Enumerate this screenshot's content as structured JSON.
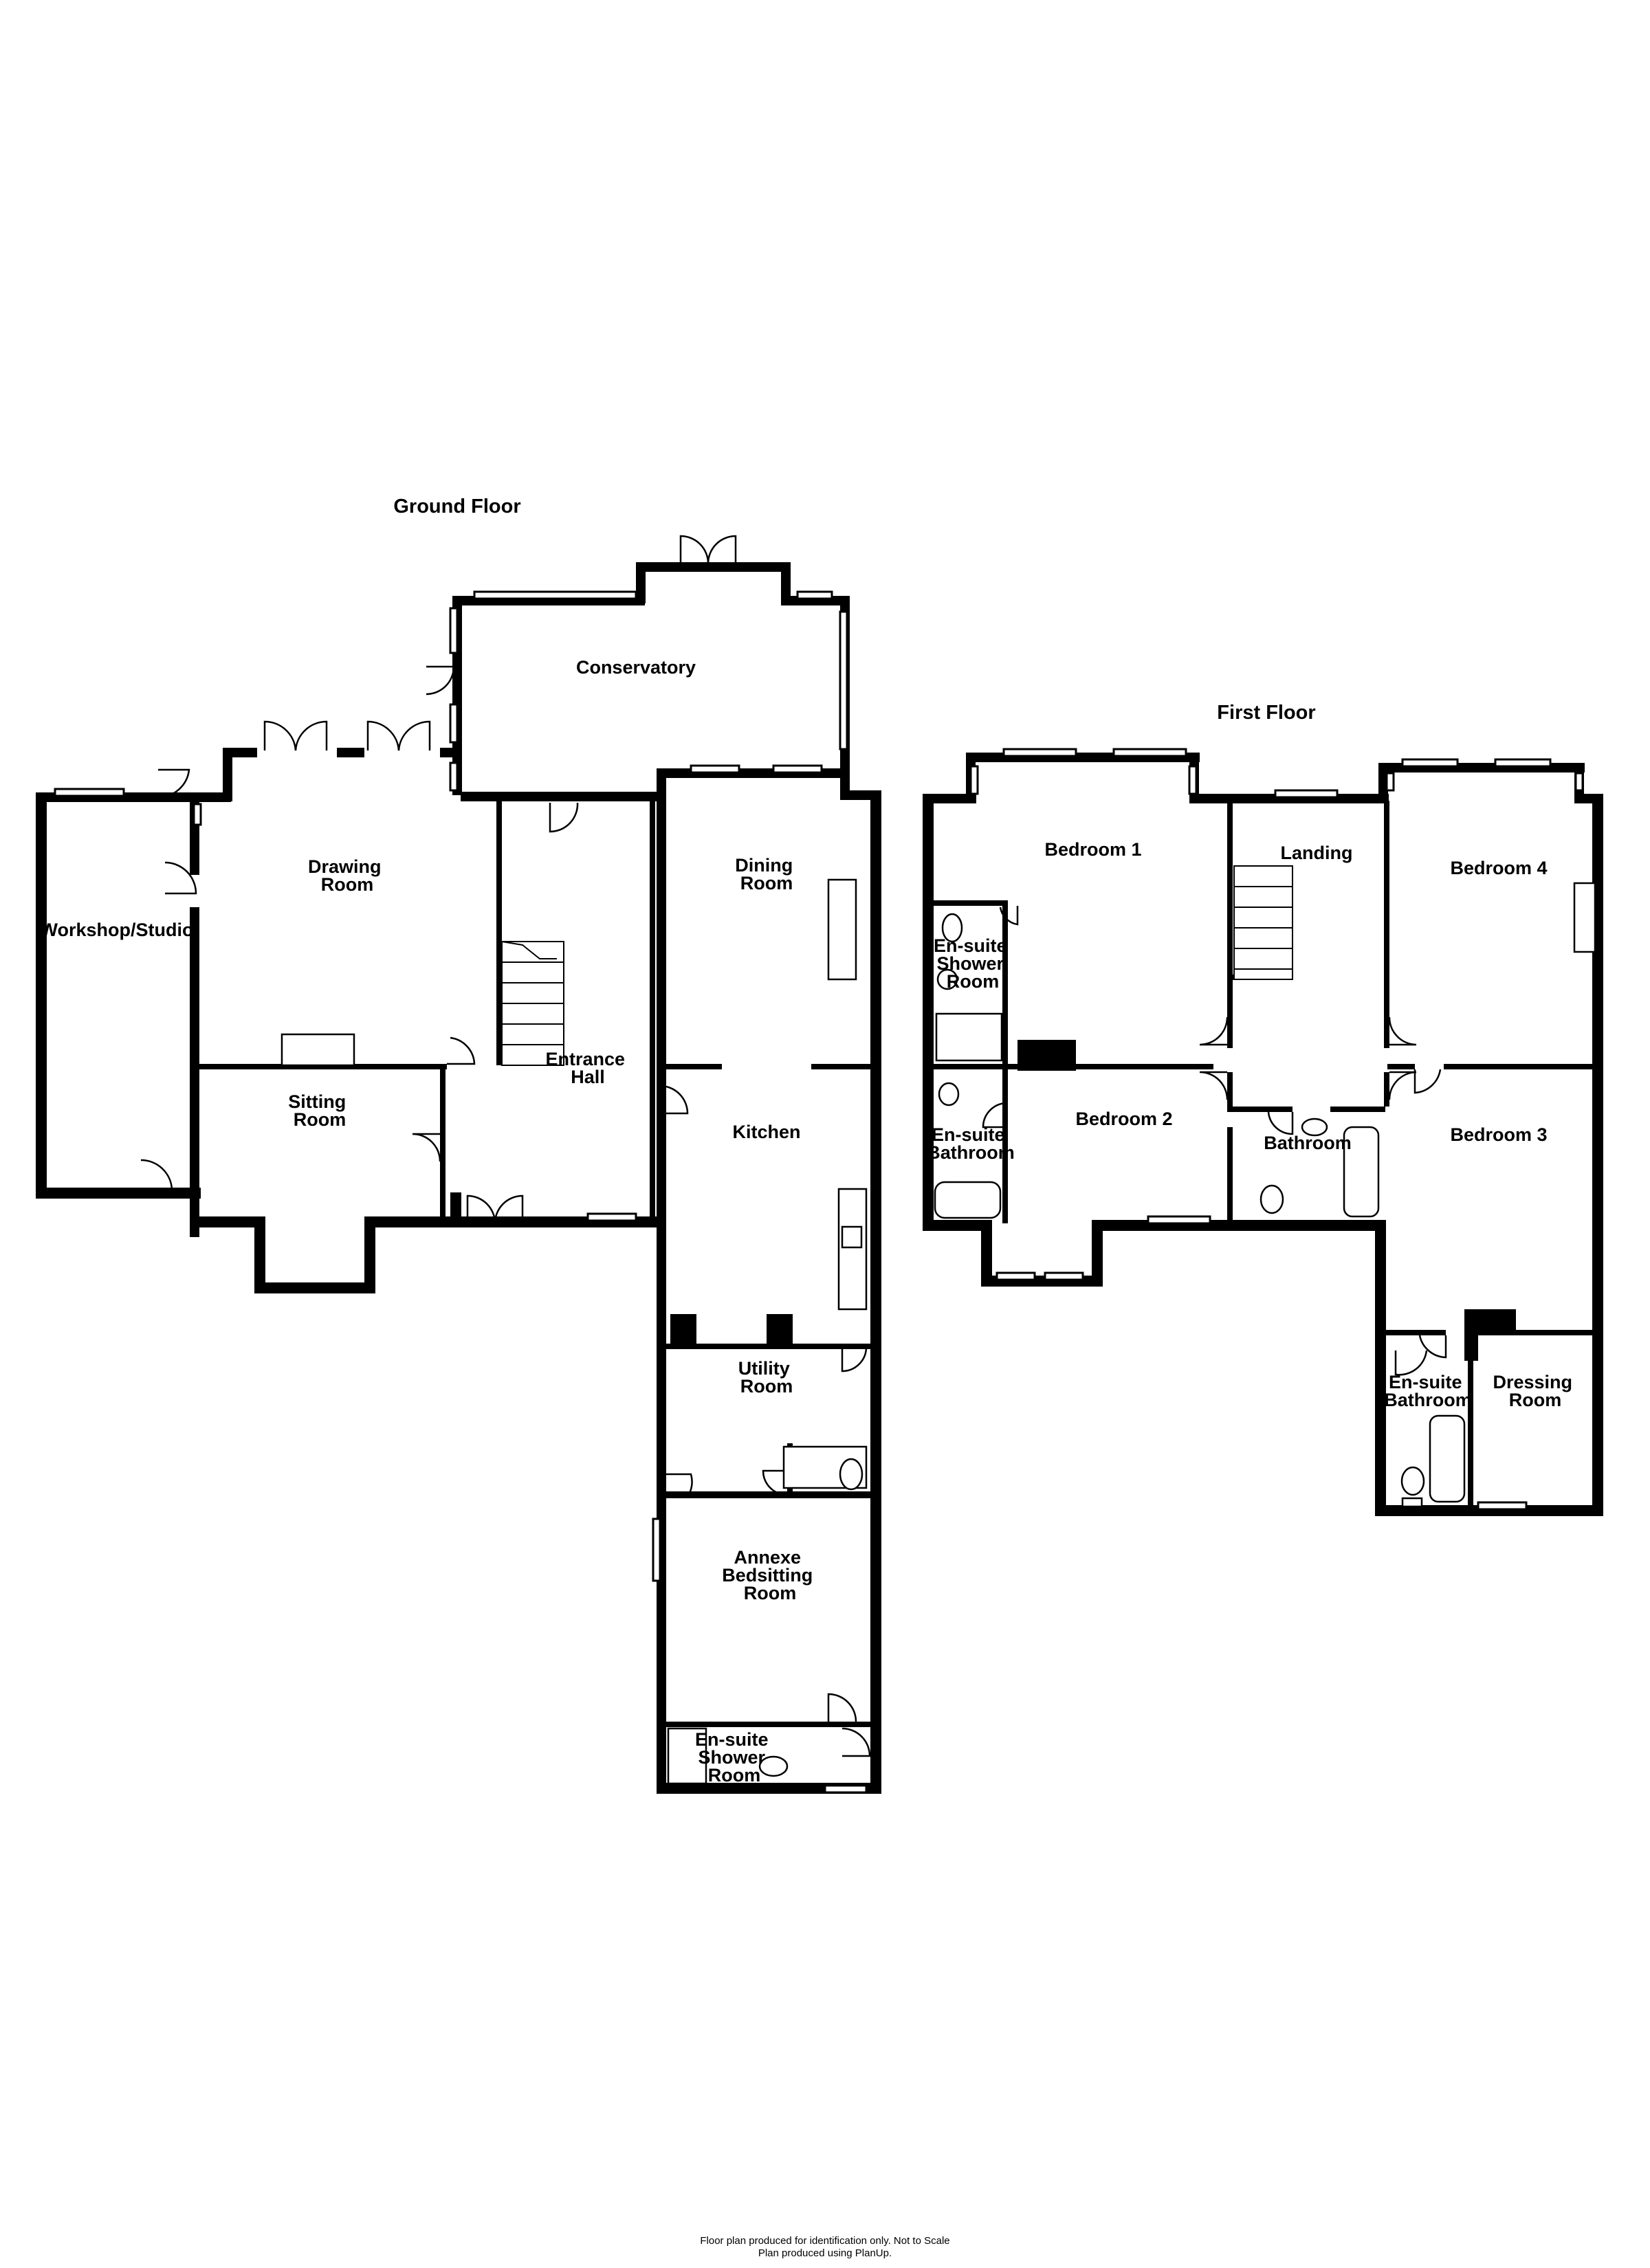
{
  "floors": {
    "ground": {
      "title": "Ground Floor",
      "rooms": {
        "conservatory": [
          "Conservatory"
        ],
        "drawing_room": [
          "Drawing",
          "Room"
        ],
        "workshop": [
          "Workshop/Studio"
        ],
        "entrance_hall": [
          "Entrance",
          "Hall"
        ],
        "sitting_room": [
          "Sitting",
          "Room"
        ],
        "dining_room": [
          "Dining",
          "Room"
        ],
        "kitchen": [
          "Kitchen"
        ],
        "utility_room": [
          "Utility",
          "Room"
        ],
        "annexe": [
          "Annexe",
          "Bedsitting",
          "Room"
        ],
        "annexe_ensuite": [
          "En-suite",
          "Shower",
          "Room"
        ]
      }
    },
    "first": {
      "title": "First Floor",
      "rooms": {
        "bedroom1": [
          "Bedroom 1"
        ],
        "bedroom1_ensuite": [
          "En-suite",
          "Shower",
          "Room"
        ],
        "landing": [
          "Landing"
        ],
        "bedroom4": [
          "Bedroom 4"
        ],
        "bedroom2": [
          "Bedroom 2"
        ],
        "bedroom2_ensuite": [
          "En-suite",
          "Bathroom"
        ],
        "bathroom": [
          "Bathroom"
        ],
        "bedroom3": [
          "Bedroom 3"
        ],
        "bedroom3_ensuite": [
          "En-suite",
          "Bathroom"
        ],
        "dressing_room": [
          "Dressing",
          "Room"
        ]
      }
    }
  },
  "footer": {
    "line1": "Floor plan produced for identification only.  Not to Scale",
    "line2": "Plan produced using PlanUp."
  }
}
